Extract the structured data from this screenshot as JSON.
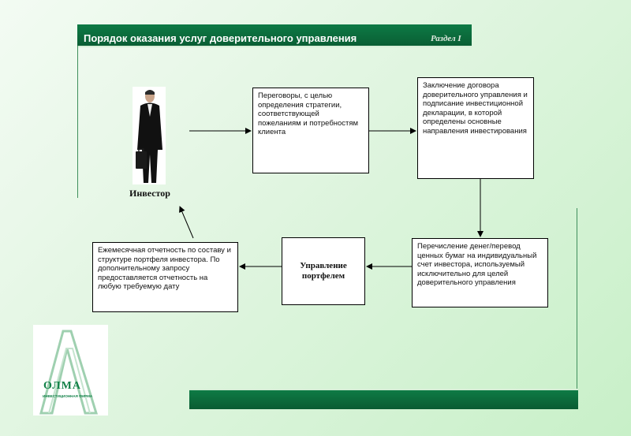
{
  "header": {
    "title": "Порядок оказания услуг  доверительного управления",
    "section": "Раздел I"
  },
  "diagram": {
    "investor_label": "Инвестор",
    "boxes": [
      {
        "id": "negotiations",
        "text": "Переговоры, с целью определения стратегии, соответствующей пожеланиям и потребностям клиента"
      },
      {
        "id": "contract",
        "text": "Заключение договора доверительного управления и подписание инвестиционной декларации, в которой определены основные направления инвестирования"
      },
      {
        "id": "transfer",
        "text": "Перечисление денег/перевод ценных бумаг  на индивидуальный счет инвестора, используемый исключительно для целей доверительного управления"
      },
      {
        "id": "management",
        "text": "Управление\nпортфелем"
      },
      {
        "id": "reporting",
        "text": "Ежемесячная отчетность по составу и структуре портфеля инвестора. По дополнительному запросу предоставляется отчетность на любую требуемую дату"
      }
    ]
  },
  "logo": {
    "name": "ОЛМА",
    "subtitle": "ИНВЕСТИЦИОННАЯ ФИРМА"
  },
  "colors": {
    "brand_green": "#0d7a45",
    "logo_green": "#128148"
  },
  "icons": [
    "businessman-icon",
    "olma-logo-icon"
  ]
}
